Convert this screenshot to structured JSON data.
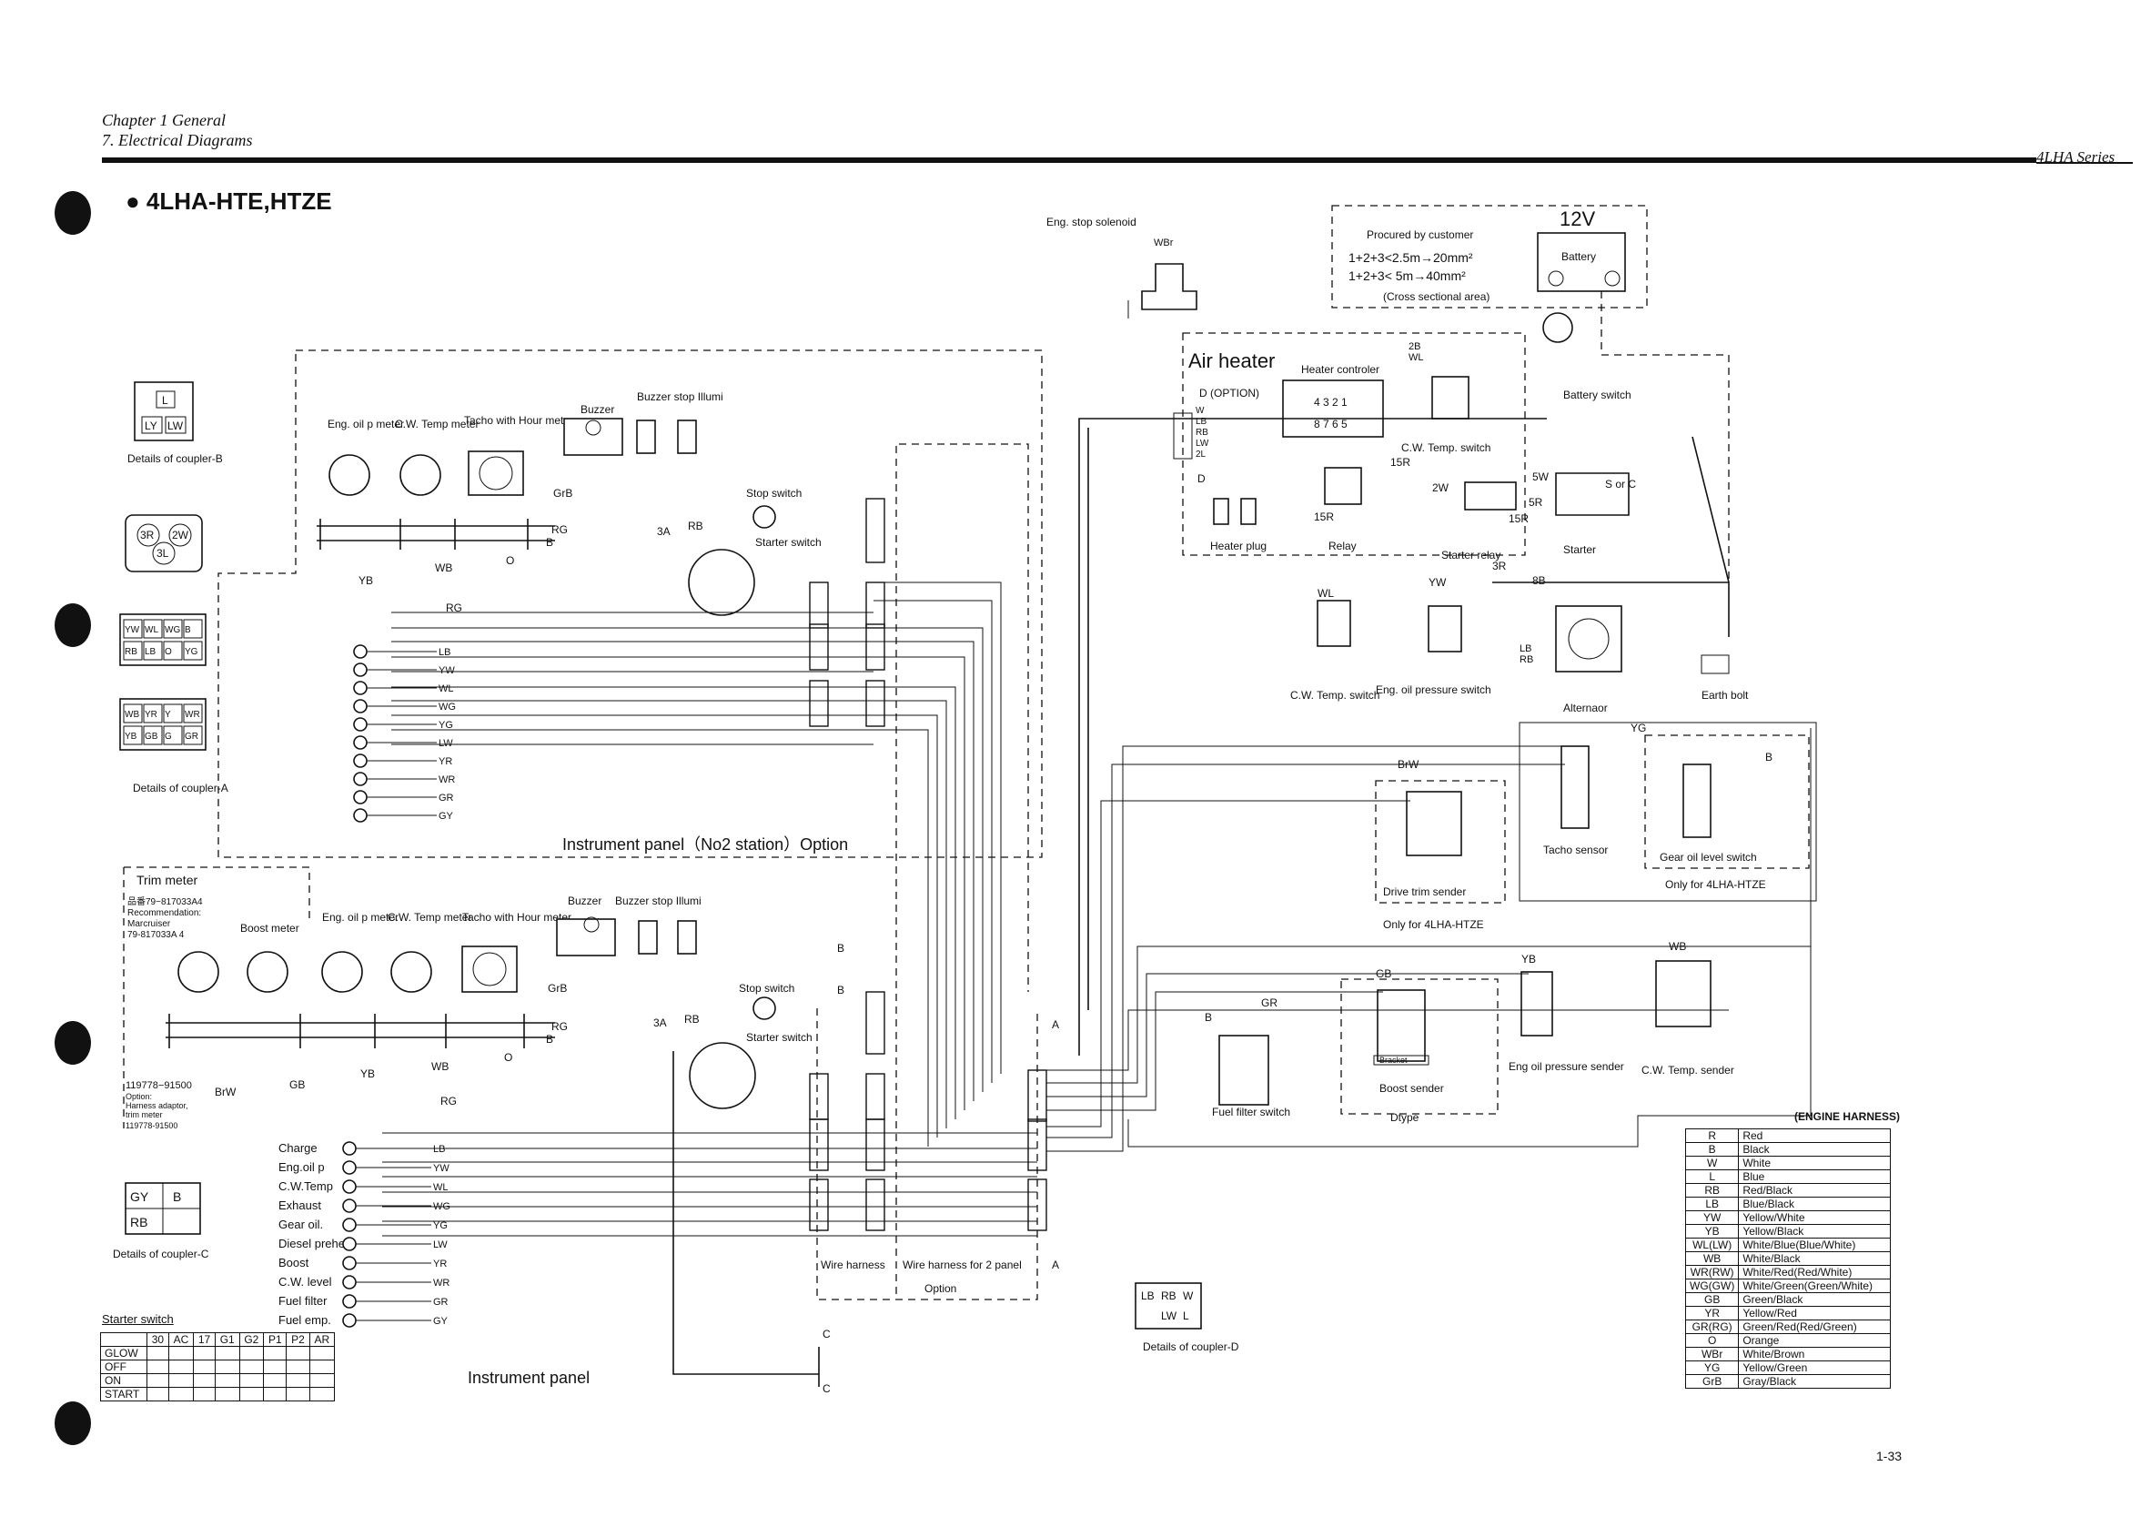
{
  "header": {
    "chapter": "Chapter 1 General",
    "section": "7. Electrical Diagrams",
    "series": "4LHA Series",
    "page_number": "1-33"
  },
  "title": "● 4LHA-HTE,HTZE",
  "couplers": {
    "b": {
      "cells": [
        "L",
        "LY",
        "LW"
      ],
      "caption": "Details of coupler-B"
    },
    "three_pin": [
      "3R",
      "2W",
      "3L"
    ],
    "a": {
      "rows": [
        [
          "YW",
          "WL",
          "WG",
          "B"
        ],
        [
          "RB",
          "LB",
          "O",
          "YG"
        ],
        [
          "WB",
          "YR",
          "Y",
          "WR"
        ],
        [
          "YB",
          "GB",
          "G",
          "GR"
        ]
      ],
      "caption": "Details of coupler-A"
    },
    "c": {
      "cells": [
        "GY",
        "B",
        "RB",
        ""
      ],
      "caption": "Details of coupler-C"
    },
    "d": {
      "cells": [
        "LB",
        "RB",
        "W",
        "LW",
        "L"
      ],
      "caption": "Details of coupler-D"
    }
  },
  "panel_top": {
    "caption": "Instrument panel（No2 station）Option",
    "gauges": [
      "Eng. oil p meter",
      "C.W. Temp meter",
      "Tacho with Hour meter"
    ],
    "buzzer": "Buzzer",
    "buzzer_stop": "Buzzer stop Illumi",
    "stop_switch": "Stop switch",
    "starter_switch": "Starter switch"
  },
  "panel_bottom": {
    "caption": "Instrument panel",
    "trim_meter": "Trim meter",
    "trim_note": [
      "品番79−817033A4",
      "Recommendation:",
      "Marcruiser",
      "79-817033A 4"
    ],
    "gauges": [
      "Boost meter",
      "Eng. oil p meter",
      "C.W. Temp meter",
      "Tacho with Hour meter"
    ],
    "buzzer": "Buzzer",
    "buzzer_stop": "Buzzer stop Illumi",
    "stop_switch": "Stop switch",
    "starter_switch": "Starter switch",
    "harness_note": [
      "119778−91500",
      "Option:",
      "Harness adaptor,",
      "trim meter",
      "119778-91500"
    ],
    "lamps": [
      "Charge",
      "Eng.oil p",
      "C.W.Temp",
      "Exhaust",
      "Gear oil.",
      "Diesel preheat",
      "Boost",
      "C.W. level",
      "Fuel filter",
      "Fuel emp."
    ]
  },
  "wire_codes_panel": [
    "LB",
    "YW",
    "WL",
    "WG",
    "YG",
    "LW",
    "YR",
    "WR",
    "GR",
    "GY"
  ],
  "harness_labels": {
    "wire": "Wire harness",
    "wire2": "Wire harness for 2 panel",
    "option": "Option"
  },
  "engine": {
    "stop_solenoid": "Eng. stop solenoid",
    "procured": "Procured by customer",
    "rule1": "1+2+3<2.5m→20mm²",
    "rule2": "1+2+3< 5m→40mm²",
    "cross": "(Cross sectional area)",
    "volt": "12V",
    "battery": "Battery",
    "battery_switch": "Battery switch",
    "air_heater": "Air heater",
    "heater_controler": "Heater controler",
    "option_d": "D (OPTION)",
    "heater_plug": "Heater plug",
    "relay": "Relay",
    "cw_temp_switch": "C.W. Temp. switch",
    "starter_relay": "Starter relay",
    "starter": "Starter",
    "s_or_c": "S or C",
    "oil_pressure_switch": "Eng. oil pressure switch",
    "alternator": "Alternaor",
    "earth_bolt": "Earth bolt",
    "tacho_sensor": "Tacho sensor",
    "gear_oil_switch": "Gear oil level switch",
    "drive_trim": "Drive trim sender",
    "only_htze": "Only for 4LHA-HTZE",
    "fuel_filter_switch": "Fuel filter switch",
    "boost_sender": "Boost sender",
    "bracket": "Bracket",
    "dtype": "Dtype",
    "oil_pressure_sender": "Eng oil pressure sender",
    "cw_temp_sender": "C.W. Temp. sender"
  },
  "legend": {
    "title": "(ENGINE HARNESS)",
    "rows": [
      [
        "R",
        "Red"
      ],
      [
        "B",
        "Black"
      ],
      [
        "W",
        "White"
      ],
      [
        "L",
        "Blue"
      ],
      [
        "RB",
        "Red/Black"
      ],
      [
        "LB",
        "Blue/Black"
      ],
      [
        "YW",
        "Yellow/White"
      ],
      [
        "YB",
        "Yellow/Black"
      ],
      [
        "WL(LW)",
        "White/Blue(Blue/White)"
      ],
      [
        "WB",
        "White/Black"
      ],
      [
        "WR(RW)",
        "White/Red(Red/White)"
      ],
      [
        "WG(GW)",
        "White/Green(Green/White)"
      ],
      [
        "GB",
        "Green/Black"
      ],
      [
        "YR",
        "Yellow/Red"
      ],
      [
        "GR(RG)",
        "Green/Red(Red/Green)"
      ],
      [
        "O",
        "Orange"
      ],
      [
        "WBr",
        "White/Brown"
      ],
      [
        "YG",
        "Yellow/Green"
      ],
      [
        "GrB",
        "Gray/Black"
      ]
    ]
  },
  "starter_table": {
    "title": "Starter switch",
    "columns": [
      "30",
      "AC",
      "17",
      "G1",
      "G2",
      "P1",
      "P2",
      "AR"
    ],
    "rows": [
      "GLOW",
      "OFF",
      "ON",
      "START"
    ]
  }
}
